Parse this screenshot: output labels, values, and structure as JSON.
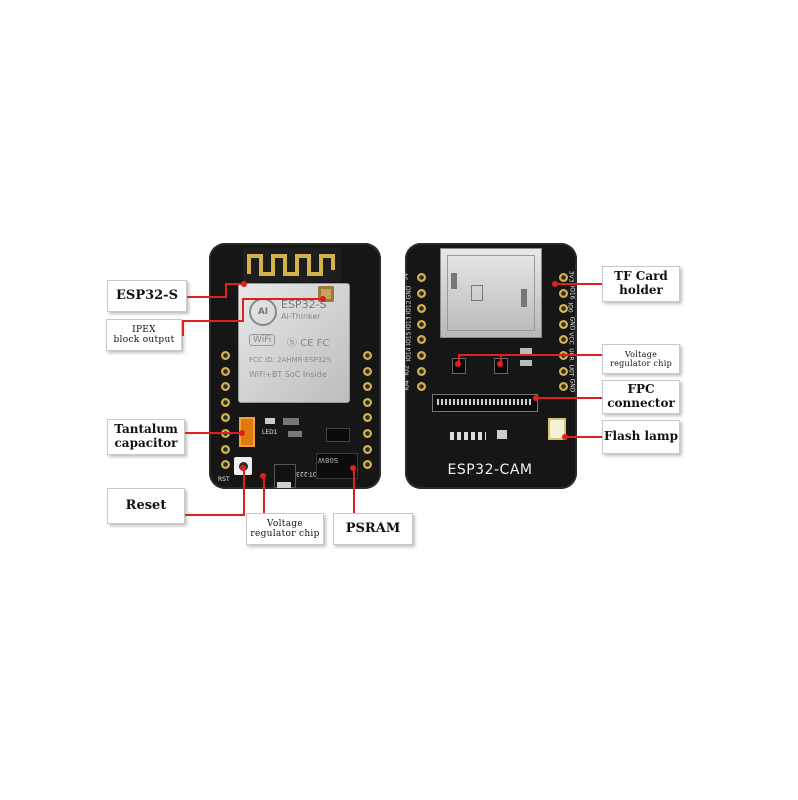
{
  "labels": {
    "esp32s": "ESP32-S",
    "ipex_line1": "IPEX",
    "ipex_line2": "block output",
    "tantalum_line1": "Tantalum",
    "tantalum_line2": "capacitor",
    "reset": "Reset",
    "vreg_front_line1": "Voltage",
    "vreg_front_line2": "regulator chip",
    "psram": "PSRAM",
    "tf_line1": "TF Card",
    "tf_line2": "holder",
    "vreg_back_line1": "Voltage",
    "vreg_back_line2": "regulator chip",
    "fpc_line1": "FPC",
    "fpc_line2": "connector",
    "flash": "Flash lamp"
  },
  "front_board": {
    "module_name": "ESP32-S",
    "module_brand": "Ai-Thinker",
    "module_logo": "AI",
    "wifi_text": "WiFi",
    "fcc_text": "FCC ID: 2AHMR-ESP32S",
    "footer_text": "WiFi+BT SoC Inside",
    "led_label": "LED1",
    "rst_label": "RST",
    "sot_label": "SOT-223",
    "psram_label": "S08W"
  },
  "back_board": {
    "board_name": "ESP32-CAM",
    "left_pins": [
      "5V",
      "GND",
      "IO12",
      "IO13",
      "IO15",
      "IO14",
      "IO2",
      "IO4"
    ],
    "right_pins": [
      "3V3",
      "IO16",
      "IO0",
      "GND",
      "VCC",
      "U0R",
      "U0T",
      "GND"
    ]
  },
  "colors": {
    "accent": "#e02020",
    "board": "#161616",
    "gold": "#d4b24a"
  }
}
